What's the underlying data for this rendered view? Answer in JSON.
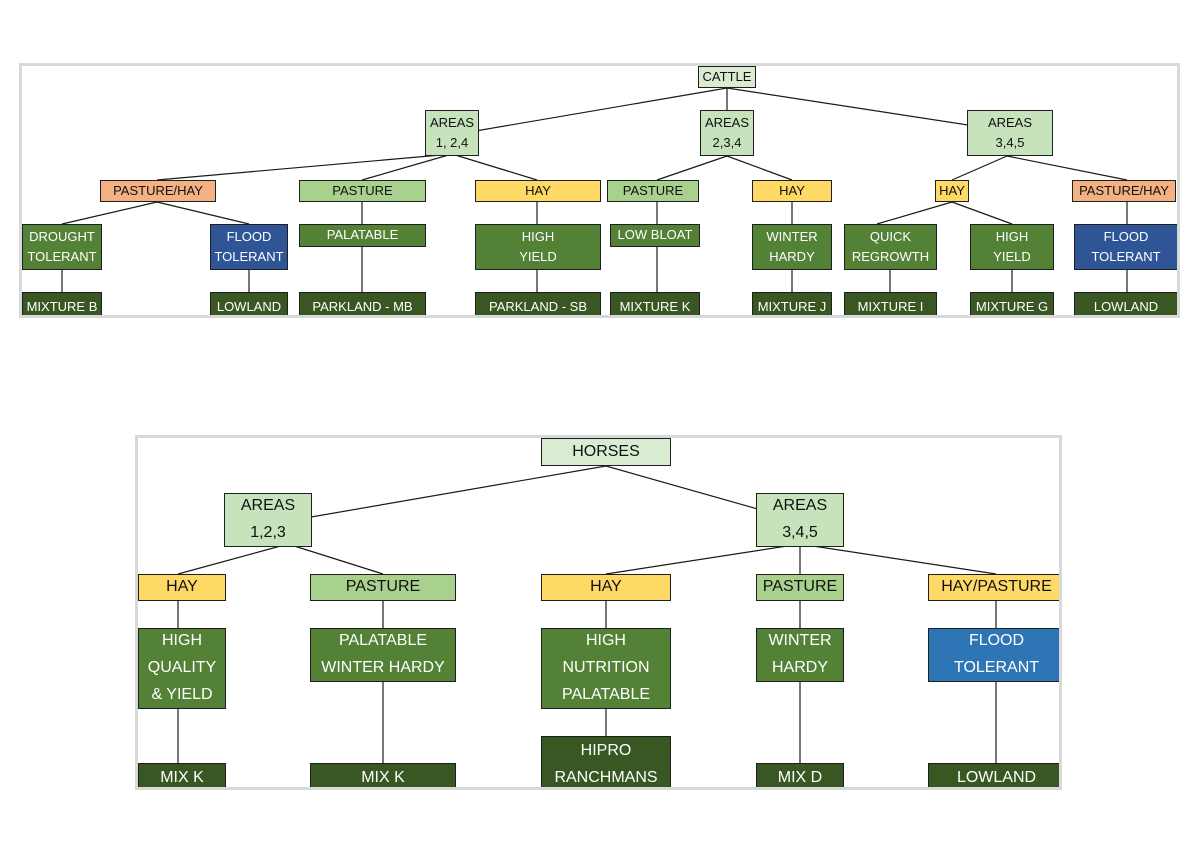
{
  "cattle": {
    "root": "CATTLE",
    "areas": [
      "AREAS\n1, 2,4",
      "AREAS\n2,3,4",
      "AREAS\n3,4,5"
    ],
    "uses": [
      "PASTURE/HAY",
      "PASTURE",
      "HAY",
      "PASTURE",
      "HAY",
      "HAY",
      "PASTURE/HAY"
    ],
    "traits": [
      "DROUGHT\nTOLERANT",
      "FLOOD\nTOLERANT",
      "PALATABLE",
      "HIGH\nYIELD",
      "LOW BLOAT",
      "WINTER\nHARDY",
      "QUICK\nREGROWTH",
      "HIGH\nYIELD",
      "FLOOD\nTOLERANT"
    ],
    "mixtures": [
      "MIXTURE B",
      "LOWLAND",
      "PARKLAND - MB",
      "PARKLAND - SB",
      "MIXTURE K",
      "MIXTURE J",
      "MIXTURE I",
      "MIXTURE G",
      "LOWLAND"
    ]
  },
  "horses": {
    "root": "HORSES",
    "areas": [
      "AREAS\n1,2,3",
      "AREAS\n3,4,5"
    ],
    "uses": [
      "HAY",
      "PASTURE",
      "HAY",
      "PASTURE",
      "HAY/PASTURE"
    ],
    "traits": [
      "HIGH\nQUALITY\n& YIELD",
      "PALATABLE\nWINTER HARDY",
      "HIGH\nNUTRITION\nPALATABLE",
      "WINTER\nHARDY",
      "FLOOD\nTOLERANT"
    ],
    "mixtures": [
      "MIX K",
      "MIX K",
      "HIPRO\nRANCHMANS",
      "MIX D",
      "LOWLAND"
    ]
  },
  "colors": {
    "root": "#d9ecd2",
    "areas": "#c6e3bc",
    "pasture": "#a9d18e",
    "hay": "#ffd966",
    "pasture_hay": "#f4b183",
    "trait_green": "#538135",
    "mixture_dark": "#385723",
    "flood_blue_cattle": "#2f5597",
    "flood_blue_horses": "#2e75b6"
  }
}
